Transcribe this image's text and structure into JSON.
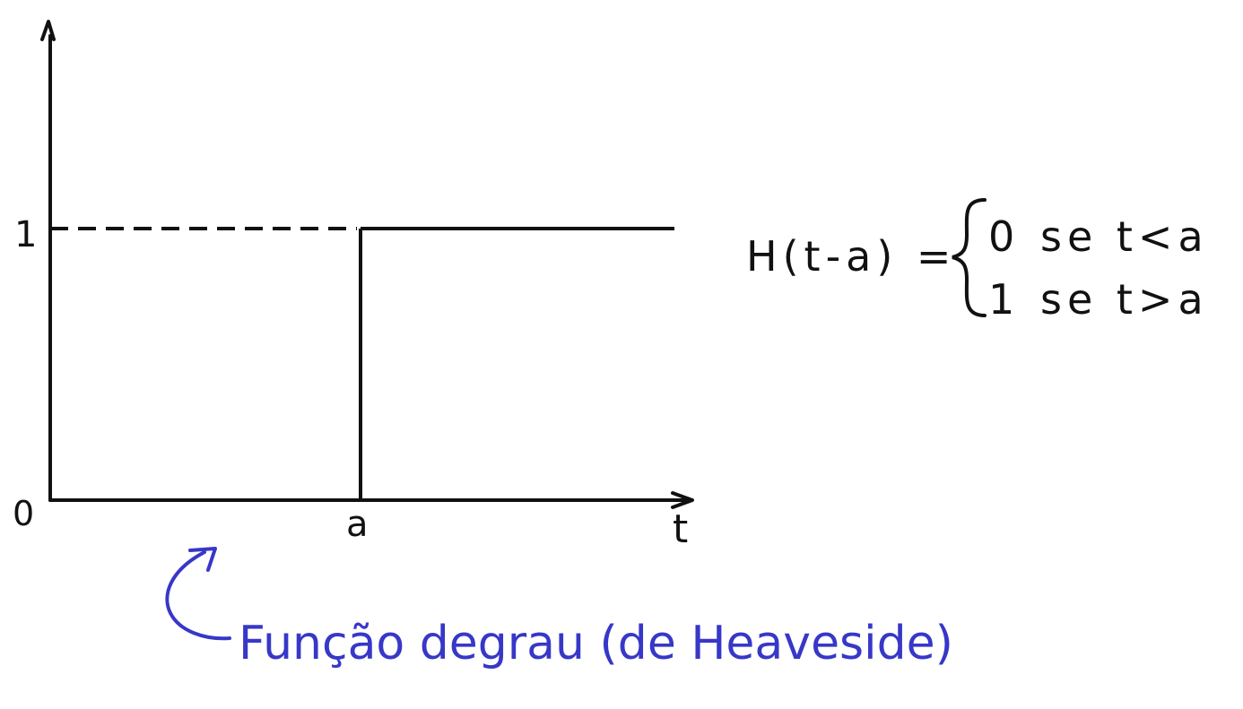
{
  "diagram": {
    "colors": {
      "ink": "#111111",
      "annotation": "#3737c8",
      "background": "#ffffff"
    },
    "axes": {
      "origin_label": "0",
      "x_label": "t",
      "y_tick_label": "1",
      "step_label": "a"
    },
    "formula": {
      "lhs": "H(t-a) =",
      "cases": [
        {
          "value": "0",
          "condition": "se t<a"
        },
        {
          "value": "1",
          "condition": "se t>a"
        }
      ]
    },
    "annotation": {
      "text": "Função degrau (de Heaveside)",
      "arrow_icon": "curved-arrow-icon"
    }
  }
}
